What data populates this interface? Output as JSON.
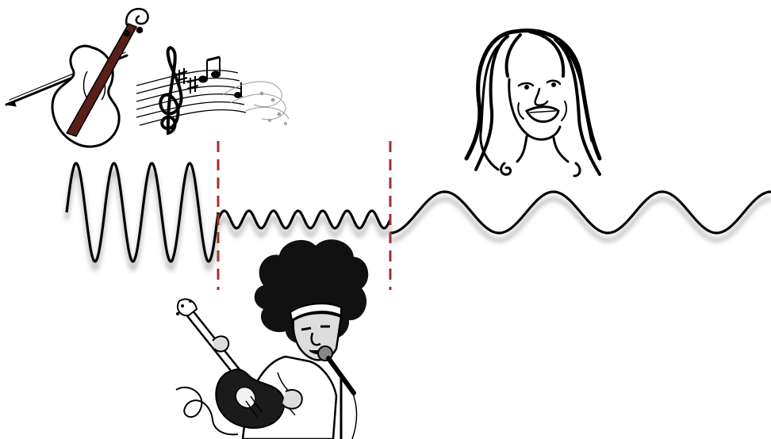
{
  "colors": {
    "background": "#ffffff",
    "ink": "#000000",
    "divider": "#a0302a",
    "violin_body": "#ffffff",
    "violin_neck": "#5a1f1a",
    "shadow": "#9a9a9a",
    "hair": "#111111",
    "guitar_body": "#1b1b1b",
    "guitar_pick": "#f2f2f2"
  },
  "illustrations": [
    {
      "id": "violin-notes",
      "icon": "violin-and-music-notes-icon"
    },
    {
      "id": "female-singer",
      "icon": "woman-caricature-icon"
    },
    {
      "id": "guitarist",
      "icon": "guitarist-singer-caricature-icon"
    }
  ],
  "waveform": {
    "segments": [
      {
        "label": "",
        "frequency": "high",
        "amplitude": "large",
        "cycles": 4
      },
      {
        "label": "",
        "frequency": "high",
        "amplitude": "small",
        "cycles": 7
      },
      {
        "label": "",
        "frequency": "low",
        "amplitude": "medium",
        "cycles": 3.5
      }
    ],
    "boundaries": 2
  }
}
